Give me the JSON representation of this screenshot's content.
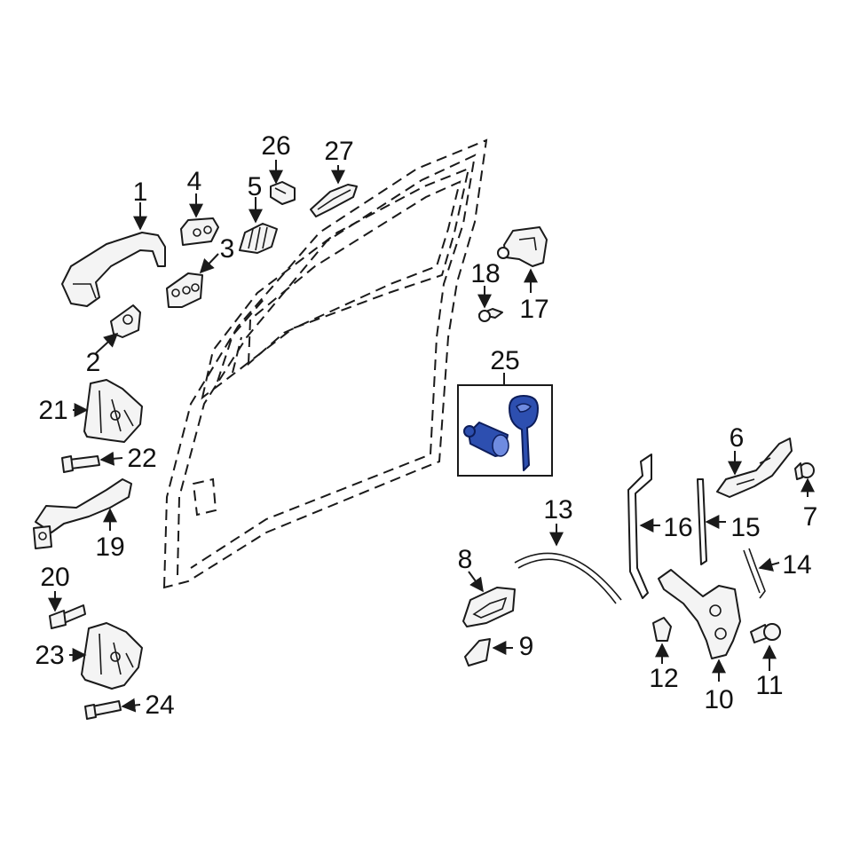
{
  "callouts": {
    "c1": "1",
    "c2": "2",
    "c3": "3",
    "c4": "4",
    "c5": "5",
    "c6": "6",
    "c7": "7",
    "c8": "8",
    "c9": "9",
    "c10": "10",
    "c11": "11",
    "c12": "12",
    "c13": "13",
    "c14": "14",
    "c15": "15",
    "c16": "16",
    "c17": "17",
    "c18": "18",
    "c19": "19",
    "c20": "20",
    "c21": "21",
    "c22": "22",
    "c23": "23",
    "c24": "24",
    "c25": "25",
    "c26": "26",
    "c27": "27"
  },
  "highlight": {
    "part": "25",
    "color": "#2d4fb0"
  }
}
